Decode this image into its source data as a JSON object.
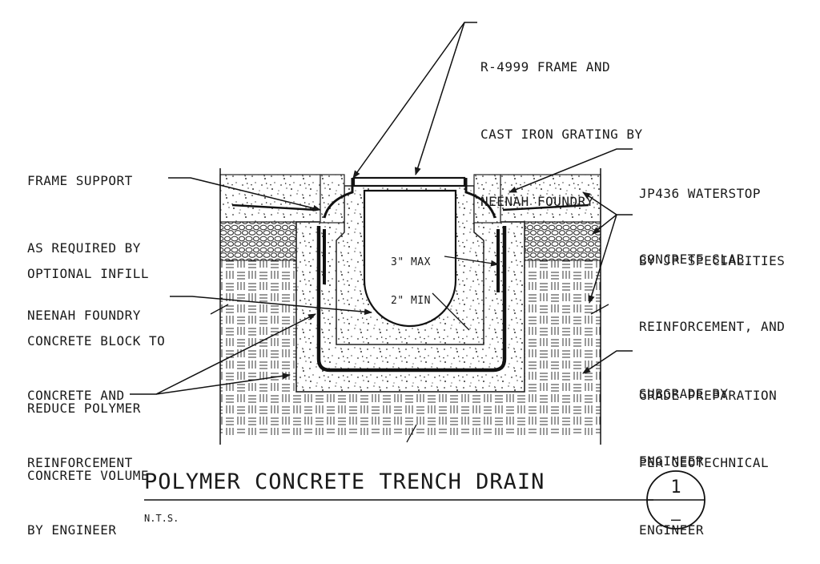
{
  "drawing": {
    "title": "POLYMER CONCRETE TRENCH DRAIN",
    "scale_note": "N.T.S.",
    "detail_number": "1",
    "sheet_ref": "—"
  },
  "callouts": {
    "frame_grating": [
      "R-4999 FRAME AND",
      "CAST IRON GRATING BY",
      "NEENAH FOUNDRY"
    ],
    "frame_support": [
      "FRAME SUPPORT",
      "AS REQUIRED BY",
      "NEENAH FOUNDRY"
    ],
    "waterstop": [
      "JP436 WATERSTOP",
      "BY JP SPECIALITIES"
    ],
    "concrete_slab": [
      "CONCRETE SLAB,",
      "REINFORCEMENT, AND",
      "SUBGRADE BY",
      "ENGINEER"
    ],
    "infill_block": [
      "OPTIONAL INFILL",
      "CONCRETE BLOCK TO",
      "REDUCE POLYMER",
      "CONCRETE VOLUME"
    ],
    "concrete_reinforcement": [
      "CONCRETE AND",
      "REINFORCEMENT",
      "BY ENGINEER"
    ],
    "grade_prep": [
      "GRADE PREPARATION",
      "PER GEOTECHNICAL",
      "ENGINEER"
    ],
    "dimension": [
      "3\" MAX",
      "2\" MIN"
    ]
  }
}
